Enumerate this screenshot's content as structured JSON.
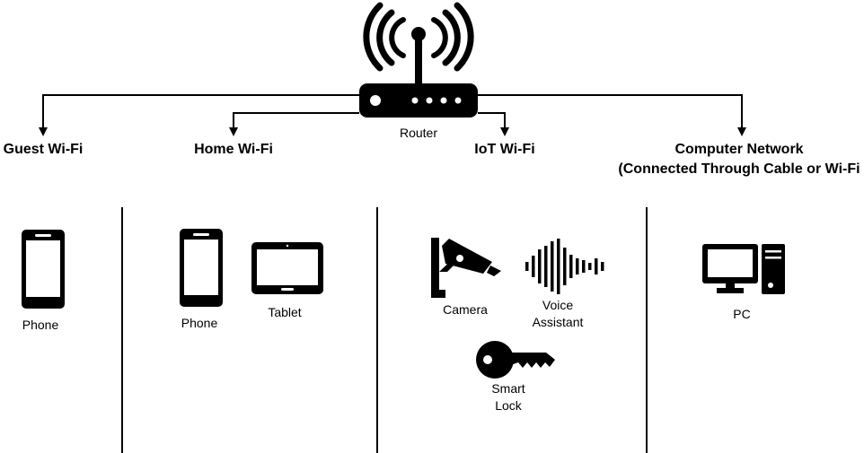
{
  "router": {
    "label": "Router"
  },
  "networks": {
    "guest": {
      "label": "Guest Wi-Fi",
      "devices": [
        "Phone"
      ]
    },
    "home": {
      "label": "Home Wi-Fi",
      "devices": [
        "Phone",
        "Tablet"
      ]
    },
    "iot": {
      "label": "IoT Wi-Fi",
      "devices": [
        "Camera",
        "Voice\nAssistant",
        "Smart\nLock"
      ]
    },
    "computer": {
      "label": "Computer Network\n(Connected Through Cable or Wi-Fi",
      "devices": [
        "PC"
      ]
    }
  },
  "icons": [
    "router-icon",
    "wifi-waves-icon",
    "phone-icon",
    "tablet-icon",
    "camera-icon",
    "voice-assistant-icon",
    "key-icon",
    "pc-icon"
  ]
}
